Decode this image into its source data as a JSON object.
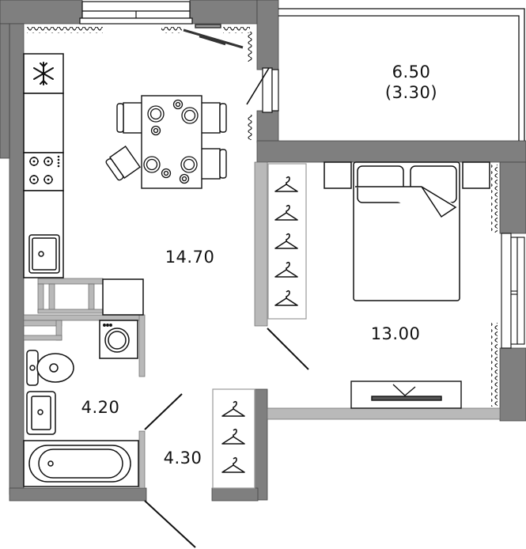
{
  "plan": {
    "title": "Apartment floor plan",
    "colors": {
      "wall": "#7f7f7f",
      "partition": "#b9b9b9",
      "line": "#111111",
      "background": "#ffffff"
    },
    "rooms": [
      {
        "id": "kitchen-living",
        "area": "14.70"
      },
      {
        "id": "bedroom",
        "area": "13.00"
      },
      {
        "id": "balcony",
        "area": "6.50",
        "area_reduced": "(3.30)"
      },
      {
        "id": "bathroom",
        "area": "4.20"
      },
      {
        "id": "hallway",
        "area": "4.30"
      }
    ],
    "furniture": [
      "refrigerator",
      "cooktop",
      "kitchen-sink",
      "dining-table",
      "chairs",
      "washing-machine",
      "toilet",
      "bathroom-sink",
      "bathtub",
      "double-bed",
      "nightstands",
      "tv-stand",
      "wardrobe-bedroom",
      "wardrobe-hallway"
    ]
  }
}
